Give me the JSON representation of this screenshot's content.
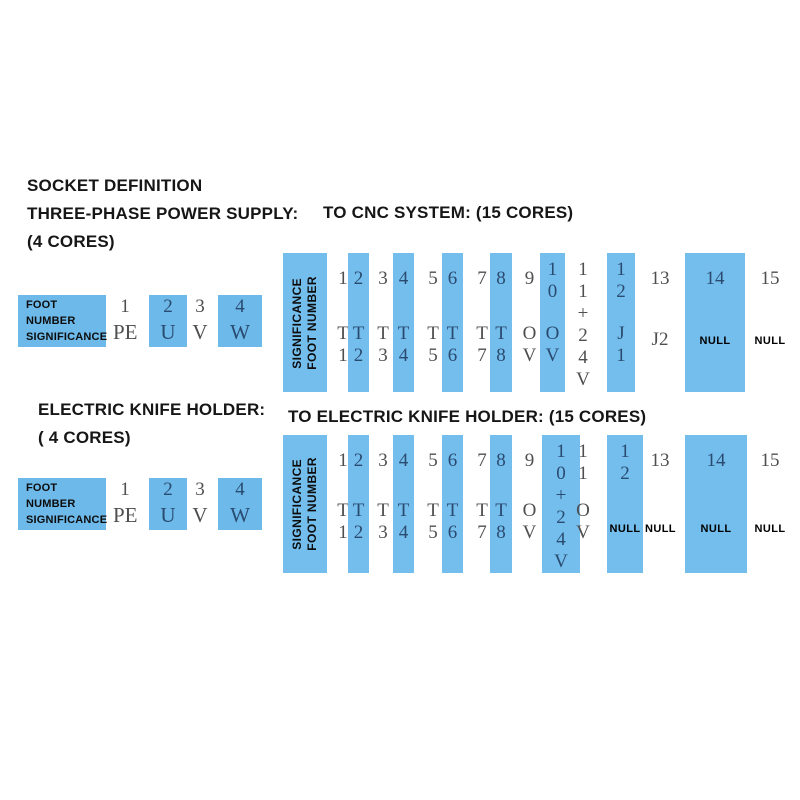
{
  "colors": {
    "highlight": "#74beee",
    "label_box": "#6db9ea",
    "text_plain": "#4f4f4f",
    "text_highlight": "#2a4b70"
  },
  "sections": {
    "socket_definition_lines": [
      "SOCKET DEFINITION",
      "THREE-PHASE POWER SUPPLY:",
      "(4 CORES)"
    ],
    "cnc_heading": "TO CNC SYSTEM: (15 CORES)",
    "knife_heading_lines": [
      "ELECTRIC KNIFE HOLDER:",
      "( 4 CORES)"
    ],
    "knife15_heading": "TO ELECTRIC KNIFE HOLDER: (15 CORES)"
  },
  "row_labels": {
    "foot_number": "FOOT NUMBER",
    "significance": "SIGNIFICANCE"
  },
  "power_table": {
    "pins": [
      {
        "num": "1",
        "value": "PE",
        "highlighted": false
      },
      {
        "num": "2",
        "value": "U",
        "highlighted": true
      },
      {
        "num": "3",
        "value": "V",
        "highlighted": false
      },
      {
        "num": "4",
        "value": "W",
        "highlighted": true
      }
    ]
  },
  "knife_table": {
    "pins": [
      {
        "num": "1",
        "value": "PE",
        "highlighted": false
      },
      {
        "num": "2",
        "value": "U",
        "highlighted": true
      },
      {
        "num": "3",
        "value": "V",
        "highlighted": false
      },
      {
        "num": "4",
        "value": "W",
        "highlighted": true
      }
    ]
  },
  "cnc15_table": {
    "pins": [
      {
        "num": "1",
        "value": "T1",
        "highlighted": false
      },
      {
        "num": "2",
        "value": "T2",
        "highlighted": true
      },
      {
        "num": "3",
        "value": "T3",
        "highlighted": false
      },
      {
        "num": "4",
        "value": "T4",
        "highlighted": true
      },
      {
        "num": "5",
        "value": "T5",
        "highlighted": false
      },
      {
        "num": "6",
        "value": "T6",
        "highlighted": true
      },
      {
        "num": "7",
        "value": "T7",
        "highlighted": false
      },
      {
        "num": "8",
        "value": "T8",
        "highlighted": true
      },
      {
        "num": "9",
        "value": "OV",
        "highlighted": false
      },
      {
        "num": "10",
        "value": "OV",
        "highlighted": true
      },
      {
        "num": "11",
        "value": "+24V",
        "highlighted": false,
        "flow": true
      },
      {
        "num": "12",
        "value": "J1",
        "highlighted": true
      },
      {
        "num": "13",
        "value": "J2",
        "highlighted": false
      },
      {
        "num": "14",
        "value": "NULL",
        "highlighted": true
      },
      {
        "num": "15",
        "value": "NULL",
        "highlighted": false
      }
    ]
  },
  "knife15_table": {
    "pins": [
      {
        "num": "1",
        "value": "T1",
        "highlighted": false
      },
      {
        "num": "2",
        "value": "T2",
        "highlighted": true
      },
      {
        "num": "3",
        "value": "T3",
        "highlighted": false
      },
      {
        "num": "4",
        "value": "T4",
        "highlighted": true
      },
      {
        "num": "5",
        "value": "T5",
        "highlighted": false
      },
      {
        "num": "6",
        "value": "T6",
        "highlighted": true
      },
      {
        "num": "7",
        "value": "T7",
        "highlighted": false
      },
      {
        "num": "8",
        "value": "T8",
        "highlighted": true
      },
      {
        "num": "9",
        "value": "OV",
        "highlighted": false
      },
      {
        "num": "10",
        "value": "+24V",
        "highlighted": true,
        "flow": true
      },
      {
        "num": "11",
        "value": "OV",
        "highlighted": false
      },
      {
        "num": "12",
        "value": "NULL",
        "highlighted": true
      },
      {
        "num": "13",
        "value": "NULL",
        "highlighted": false
      },
      {
        "num": "14",
        "value": "NULL",
        "highlighted": true
      },
      {
        "num": "15",
        "value": "NULL",
        "highlighted": false
      }
    ]
  }
}
